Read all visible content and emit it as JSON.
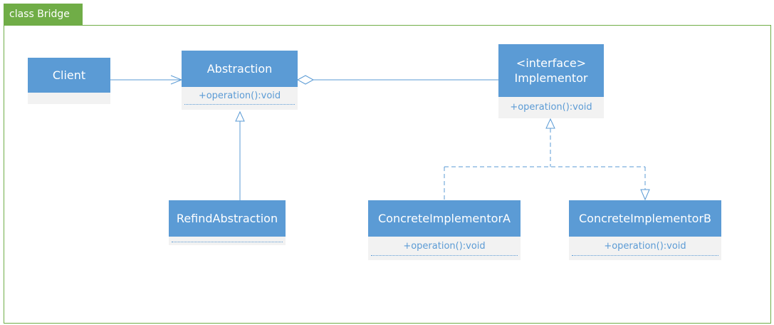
{
  "frame": {
    "label": "class Bridge"
  },
  "classes": {
    "client": {
      "name": "Client"
    },
    "abstraction": {
      "name": "Abstraction",
      "operation": "+operation():void"
    },
    "implementor": {
      "stereotype": "<interface>",
      "name": "Implementor",
      "operation": "+operation():void"
    },
    "refined": {
      "name": "RefindAbstraction"
    },
    "concrete_a": {
      "name": "ConcreteImplementorA",
      "operation": "+operation():void"
    },
    "concrete_b": {
      "name": "ConcreteImplementorB",
      "operation": "+operation():void"
    }
  },
  "colors": {
    "frame": "#70ad47",
    "class_header": "#5b9bd5",
    "class_body": "#f2f2f2",
    "connector": "#5b9bd5",
    "operation_text": "#5b9bd5"
  }
}
